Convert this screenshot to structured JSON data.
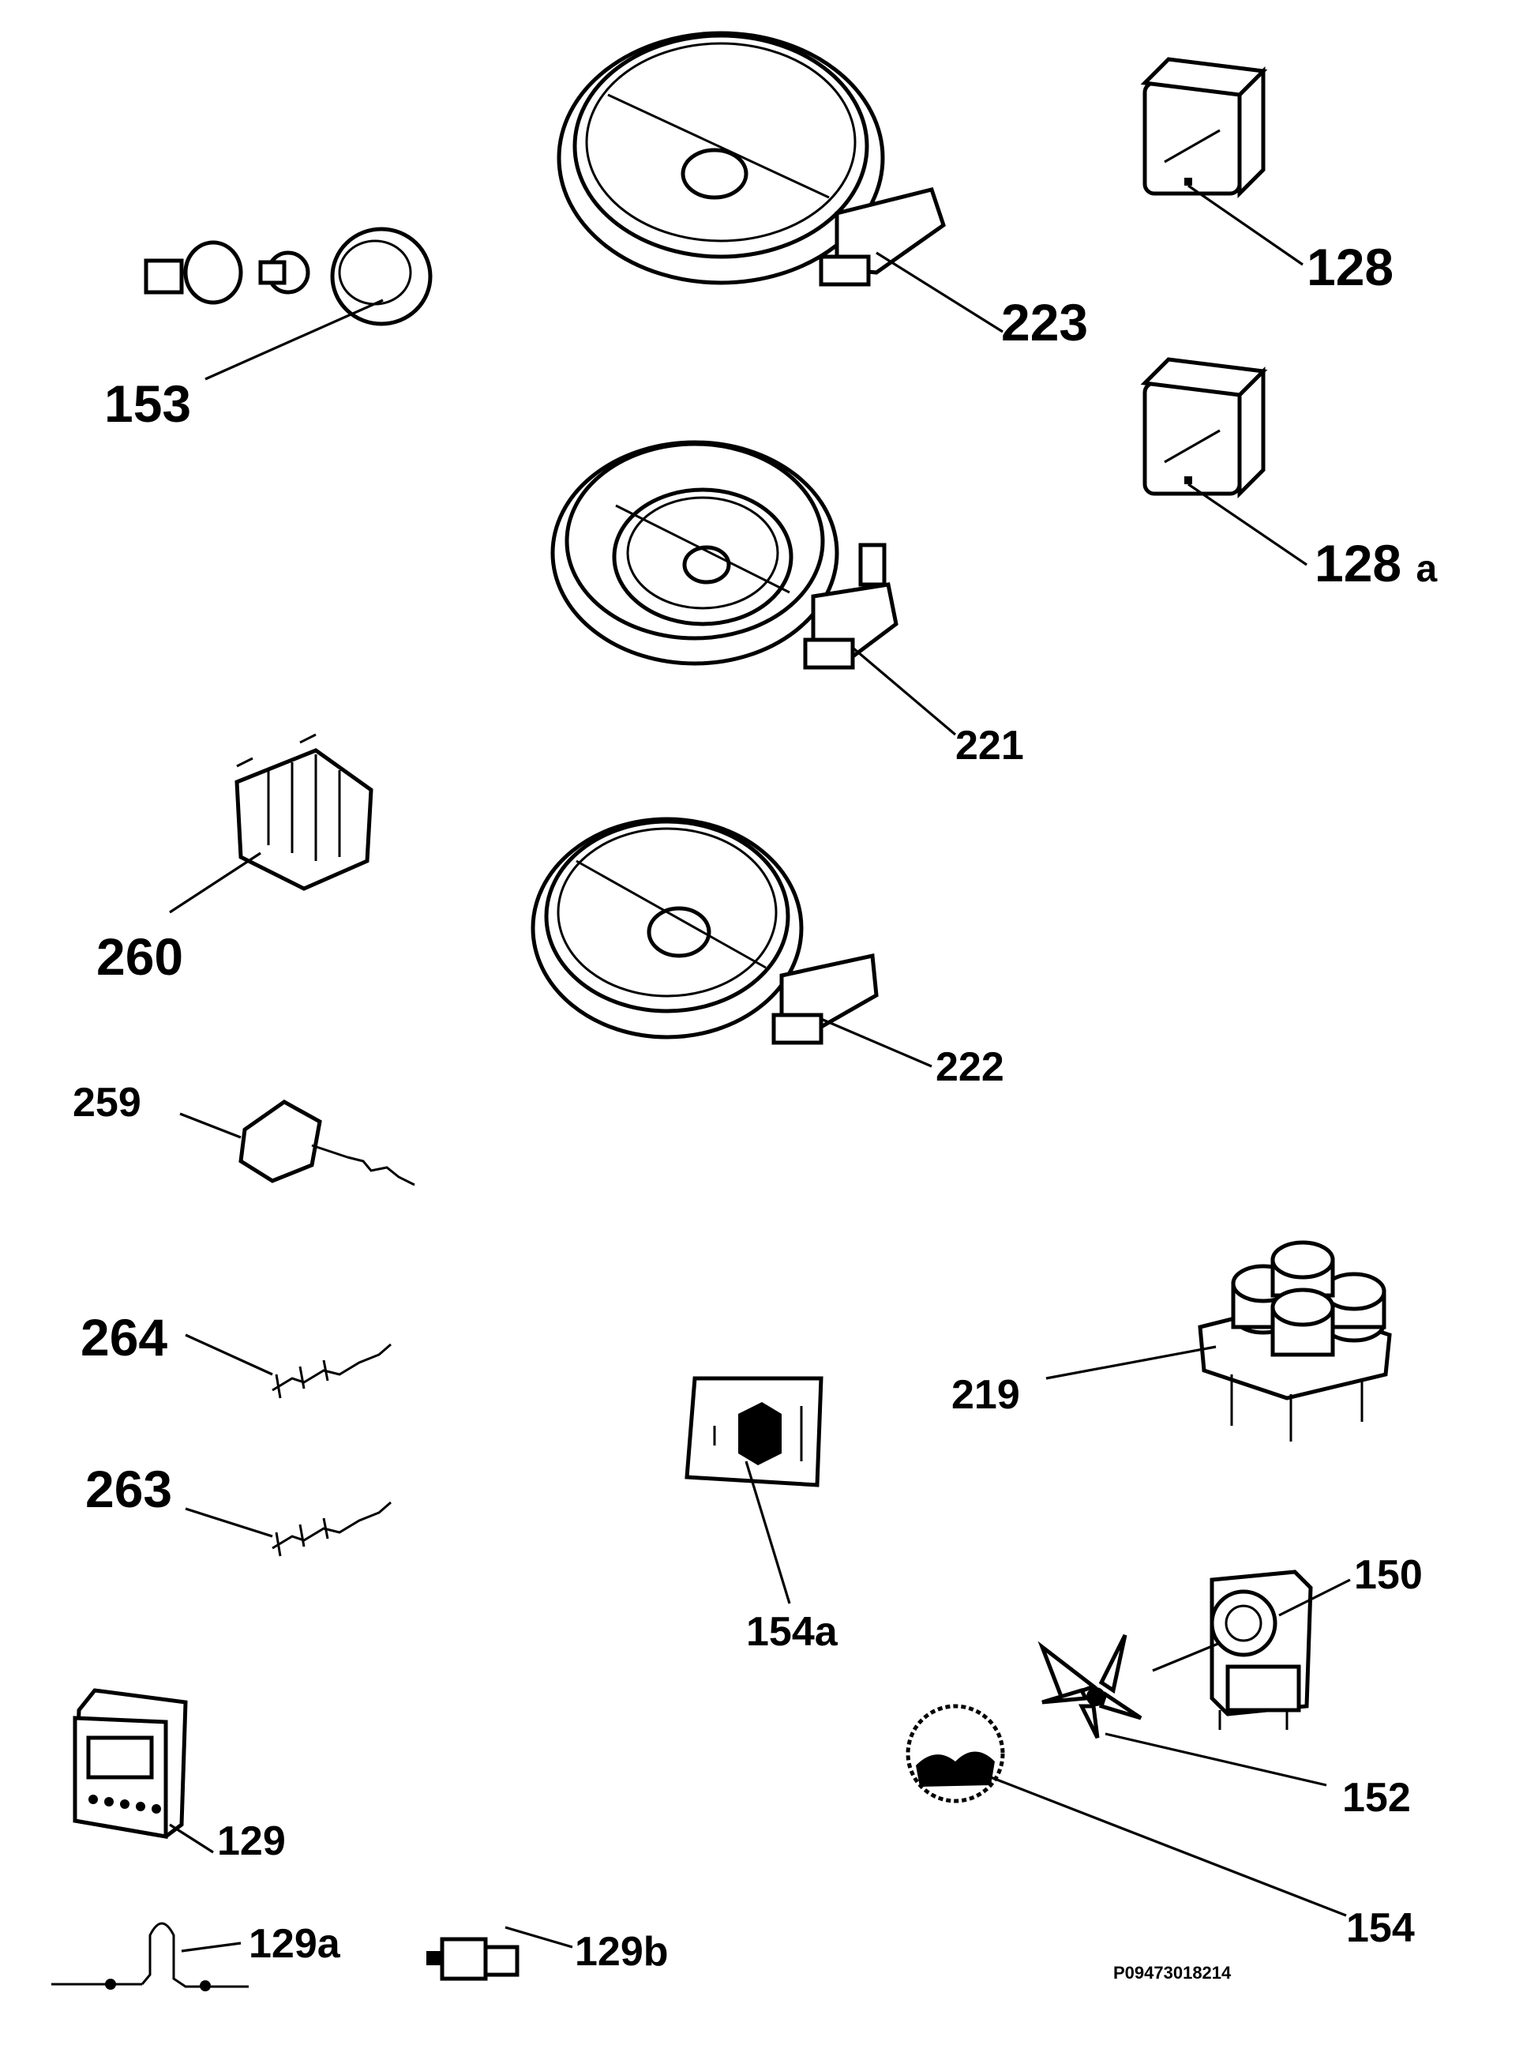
{
  "labels": {
    "p223": "223",
    "p128": "128",
    "p128a_num": "128",
    "p128a_suffix": "a",
    "p153": "153",
    "p221": "221",
    "p260": "260",
    "p222": "222",
    "p259": "259",
    "p264": "264",
    "p263": "263",
    "p219": "219",
    "p154a": "154a",
    "p150": "150",
    "p152": "152",
    "p129": "129",
    "p154": "154",
    "p129a": "129a",
    "p129b": "129b"
  },
  "drawing_code": "P09473018214"
}
